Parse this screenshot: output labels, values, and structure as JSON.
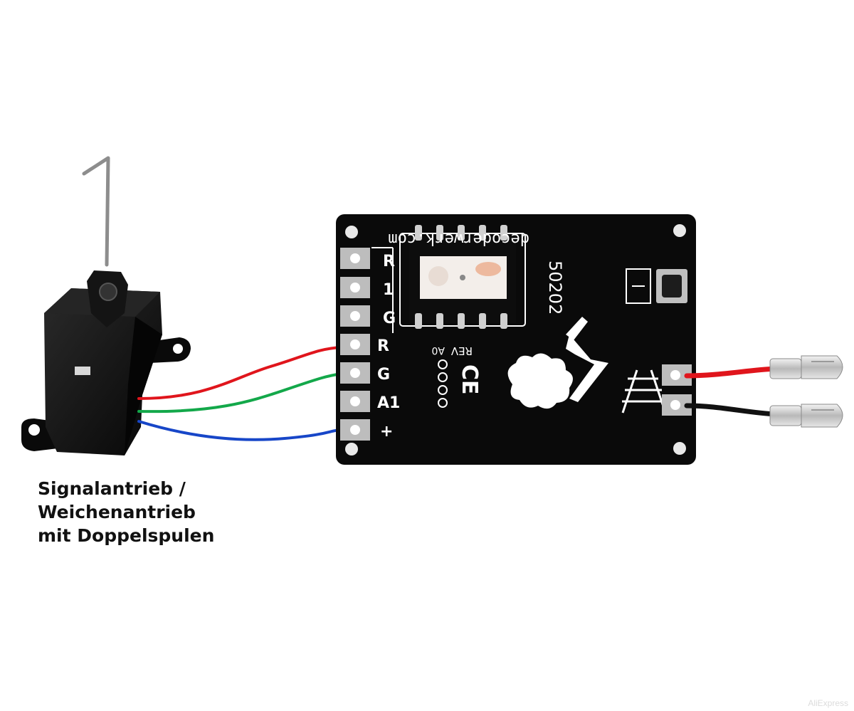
{
  "caption": {
    "line1": "Signalantrieb /",
    "line2": "Weichenantrieb",
    "line3": "mit Doppelspulen"
  },
  "board": {
    "url": "decoderwerk.com",
    "model": "50202",
    "top_terminal_labels": [
      "R",
      "1",
      "G"
    ],
    "bottom_terminal_labels": [
      "R",
      "G",
      "A1",
      "+"
    ],
    "rev_label": "REV",
    "rev_sub": "A0",
    "ce_mark": "CE"
  },
  "wires": {
    "red": "#e0151c",
    "green": "#13a84a",
    "blue": "#1746c8",
    "black": "#111111"
  },
  "watermark": "AliExpress"
}
